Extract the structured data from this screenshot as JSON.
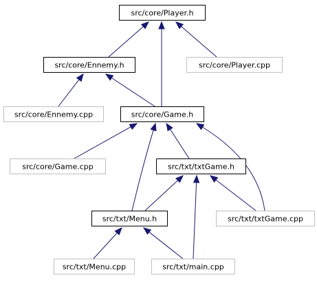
{
  "diagram": {
    "nodes": [
      {
        "id": "player_h",
        "label": "src/core/Player.h",
        "style": "current"
      },
      {
        "id": "ennemy_h",
        "label": "src/core/Ennemy.h",
        "style": "normal"
      },
      {
        "id": "player_cpp",
        "label": "src/core/Player.cpp",
        "style": "gray"
      },
      {
        "id": "ennemy_cpp",
        "label": "src/core/Ennemy.cpp",
        "style": "gray"
      },
      {
        "id": "game_h",
        "label": "src/core/Game.h",
        "style": "normal"
      },
      {
        "id": "game_cpp",
        "label": "src/core/Game.cpp",
        "style": "gray"
      },
      {
        "id": "txtgame_h",
        "label": "src/txt/txtGame.h",
        "style": "normal"
      },
      {
        "id": "menu_h",
        "label": "src/txt/Menu.h",
        "style": "normal"
      },
      {
        "id": "txtgame_cpp",
        "label": "src/txt/txtGame.cpp",
        "style": "gray"
      },
      {
        "id": "menu_cpp",
        "label": "src/txt/Menu.cpp",
        "style": "gray"
      },
      {
        "id": "main_cpp",
        "label": "src/txt/main.cpp",
        "style": "gray"
      }
    ],
    "edges": [
      {
        "from": "ennemy_h",
        "to": "player_h"
      },
      {
        "from": "game_h",
        "to": "player_h"
      },
      {
        "from": "player_cpp",
        "to": "player_h"
      },
      {
        "from": "ennemy_cpp",
        "to": "ennemy_h"
      },
      {
        "from": "game_h",
        "to": "ennemy_h"
      },
      {
        "from": "game_cpp",
        "to": "game_h"
      },
      {
        "from": "txtgame_h",
        "to": "game_h"
      },
      {
        "from": "menu_h",
        "to": "game_h"
      },
      {
        "from": "txtgame_cpp",
        "to": "game_h"
      },
      {
        "from": "menu_h",
        "to": "txtgame_h"
      },
      {
        "from": "main_cpp",
        "to": "txtgame_h"
      },
      {
        "from": "txtgame_cpp",
        "to": "txtgame_h"
      },
      {
        "from": "menu_cpp",
        "to": "menu_h"
      },
      {
        "from": "main_cpp",
        "to": "menu_h"
      }
    ],
    "colors": {
      "current_fill": "#bfbfbf",
      "border": "#000000",
      "gray_border": "#bfbfbf",
      "edge": "#191970",
      "text": "#000000"
    }
  }
}
